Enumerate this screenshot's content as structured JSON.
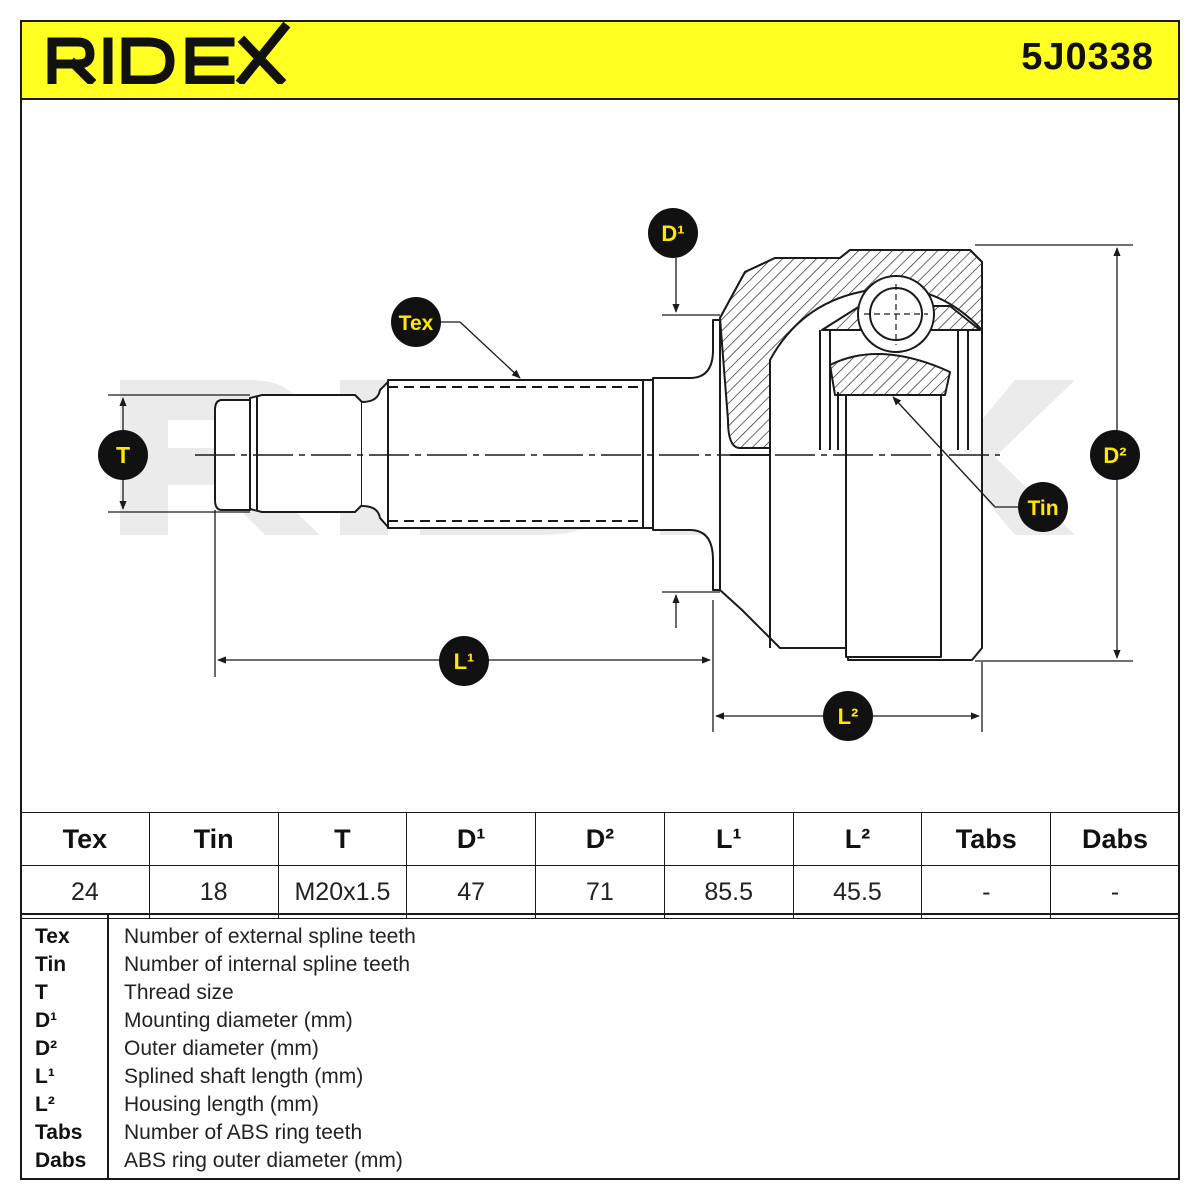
{
  "brand": "RIDEX",
  "part_number": "5J0338",
  "diagram_labels": {
    "tex": "Tex",
    "tin": "Tin",
    "t": "T",
    "d1": "D¹",
    "d2": "D²",
    "l1": "L¹",
    "l2": "L²"
  },
  "colors": {
    "header_yellow": "#ffff22",
    "callout_yellow": "#ffe800",
    "watermark_gray": "#ebebeb",
    "line_dark": "#1a1a1a"
  },
  "specs_table": {
    "headers": [
      "Tex",
      "Tin",
      "T",
      "D¹",
      "D²",
      "L¹",
      "L²",
      "Tabs",
      "Dabs"
    ],
    "values": [
      "24",
      "18",
      "M20x1.5",
      "47",
      "71",
      "85.5",
      "45.5",
      "-",
      "-"
    ]
  },
  "legend": [
    {
      "key": "Tex",
      "desc": "Number of external spline teeth"
    },
    {
      "key": "Tin",
      "desc": "Number of internal spline teeth"
    },
    {
      "key": "T",
      "desc": "Thread size"
    },
    {
      "key": "D¹",
      "desc": "Mounting diameter (mm)"
    },
    {
      "key": "D²",
      "desc": "Outer diameter (mm)"
    },
    {
      "key": "L¹",
      "desc": "Splined shaft length (mm)"
    },
    {
      "key": "L²",
      "desc": "Housing length (mm)"
    },
    {
      "key": "Tabs",
      "desc": "Number of ABS ring teeth"
    },
    {
      "key": "Dabs",
      "desc": "ABS ring outer diameter (mm)"
    }
  ]
}
